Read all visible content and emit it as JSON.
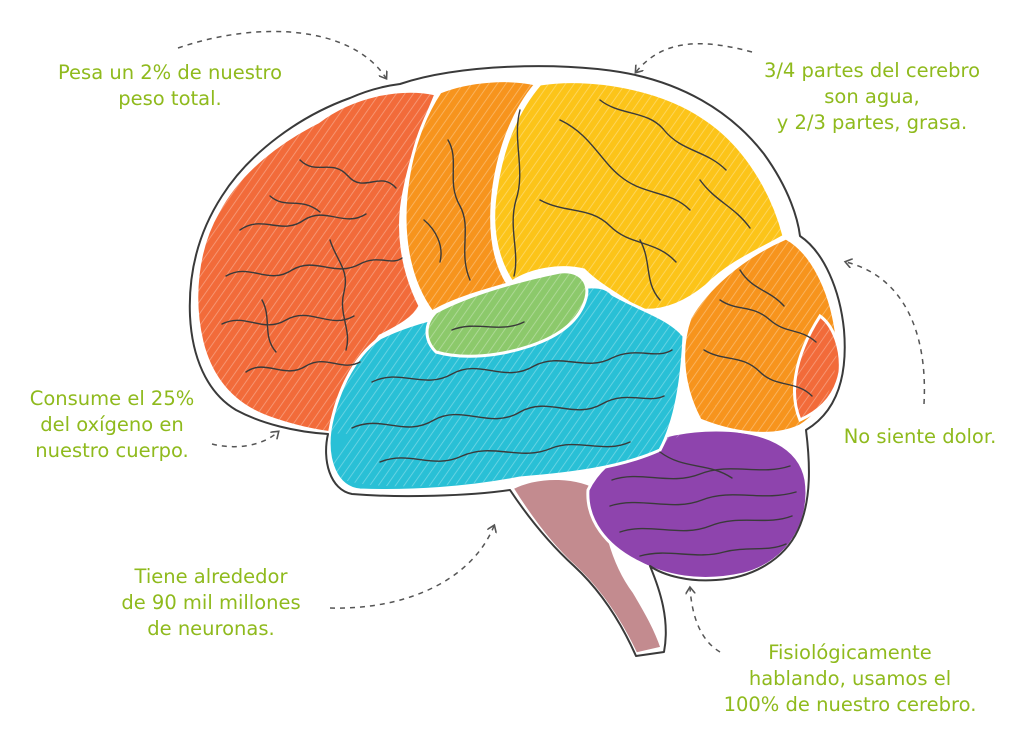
{
  "facts": {
    "weight": {
      "lines": [
        "Pesa un 2% de nuestro",
        "peso total."
      ]
    },
    "water": {
      "lines": [
        "3/4 partes del cerebro",
        "son agua,",
        "y 2/3 partes, grasa."
      ]
    },
    "pain": {
      "lines": [
        "No siente dolor."
      ]
    },
    "oxygen": {
      "lines": [
        "Consume el 25%",
        "del oxígeno en",
        "nuestro cuerpo."
      ]
    },
    "neurons": {
      "lines": [
        "Tiene alrededor",
        "de 90 mil millones",
        "de neuronas."
      ]
    },
    "usage": {
      "lines": [
        "Fisiológicamente",
        "hablando, usamos el",
        "100% de nuestro cerebro."
      ]
    }
  },
  "colors": {
    "text": "#8fba1d",
    "frontal_lobe": "#f26b3a",
    "motor_cortex": "#f7941d",
    "parietal_lobe": "#fcc419",
    "occipital_lobe": "#f7941d",
    "occipital_tip": "#f26b3a",
    "temporal_lobe": "#29c0d6",
    "insula": "#8cc96b",
    "cerebellum": "#8e44ad",
    "brainstem": "#c38b8f",
    "outline": "#3a3a3a",
    "arrow": "#555555"
  }
}
